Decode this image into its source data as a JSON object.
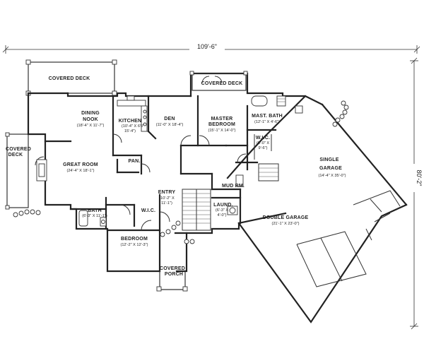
{
  "dimensions": {
    "overall_width": "109'-6\"",
    "overall_depth": "80'-2\""
  },
  "rooms": {
    "covered_deck_top": {
      "name": "COVERED DECK"
    },
    "covered_deck_left": {
      "name_line1": "COVERED",
      "name_line2": "DECK"
    },
    "dining_nook": {
      "name_line1": "DINING",
      "name_line2": "NOOK",
      "size": "(18'-4\" X 11'-7\")"
    },
    "kitchen": {
      "name": "KITCHEN",
      "size_line1": "(10'-4\" X 6'0\"",
      "size_line2": "15'-4\")"
    },
    "den": {
      "name": "DEN",
      "size": "(11'-0\" X 18'-4\")"
    },
    "covered_deck_master": {
      "name": "COVERED DECK"
    },
    "master_bedroom": {
      "name_line1": "MASTER",
      "name_line2": "BEDROOM",
      "size": "(15'-1\" X 14'-0\")"
    },
    "mast_bath": {
      "name": "MAST. BATH",
      "size": "(12'-1\" X 4'-6\")"
    },
    "wic_master": {
      "name": "W.I.C.",
      "size_line1": "(6'-0\" X",
      "size_line2": "9'-6\")"
    },
    "great_room": {
      "name": "GREAT ROOM",
      "size": "(24'-4\" X 18'-1\")"
    },
    "pan": {
      "name": "PAN."
    },
    "entry": {
      "name": "ENTRY",
      "size_line1": "(10'-2\" X",
      "size_line2": "11'-1\")"
    },
    "mud_rm": {
      "name": "MUD RM."
    },
    "laund": {
      "name": "LAUND.",
      "size_line1": "(6'-3\" X",
      "size_line2": "4'-0\")"
    },
    "single_garage": {
      "name_line1": "SINGLE",
      "name_line2": "GARAGE",
      "size": "(14'-4\" X 35'-0\")"
    },
    "double_garage": {
      "name": "DOUBLE GARAGE",
      "size": "(21'-1\" X 23'-0\")"
    },
    "bath": {
      "name": "BATH",
      "size": "(6'-3\" X 11'-1\")"
    },
    "wic": {
      "name": "W.I.C."
    },
    "bedroom": {
      "name": "BEDROOM",
      "size": "(12'-2\" X 12'-3\")"
    },
    "covered_porch": {
      "name_line1": "COVERED",
      "name_line2": "PORCH"
    }
  },
  "colors": {
    "line": "#222222",
    "background": "#ffffff"
  }
}
